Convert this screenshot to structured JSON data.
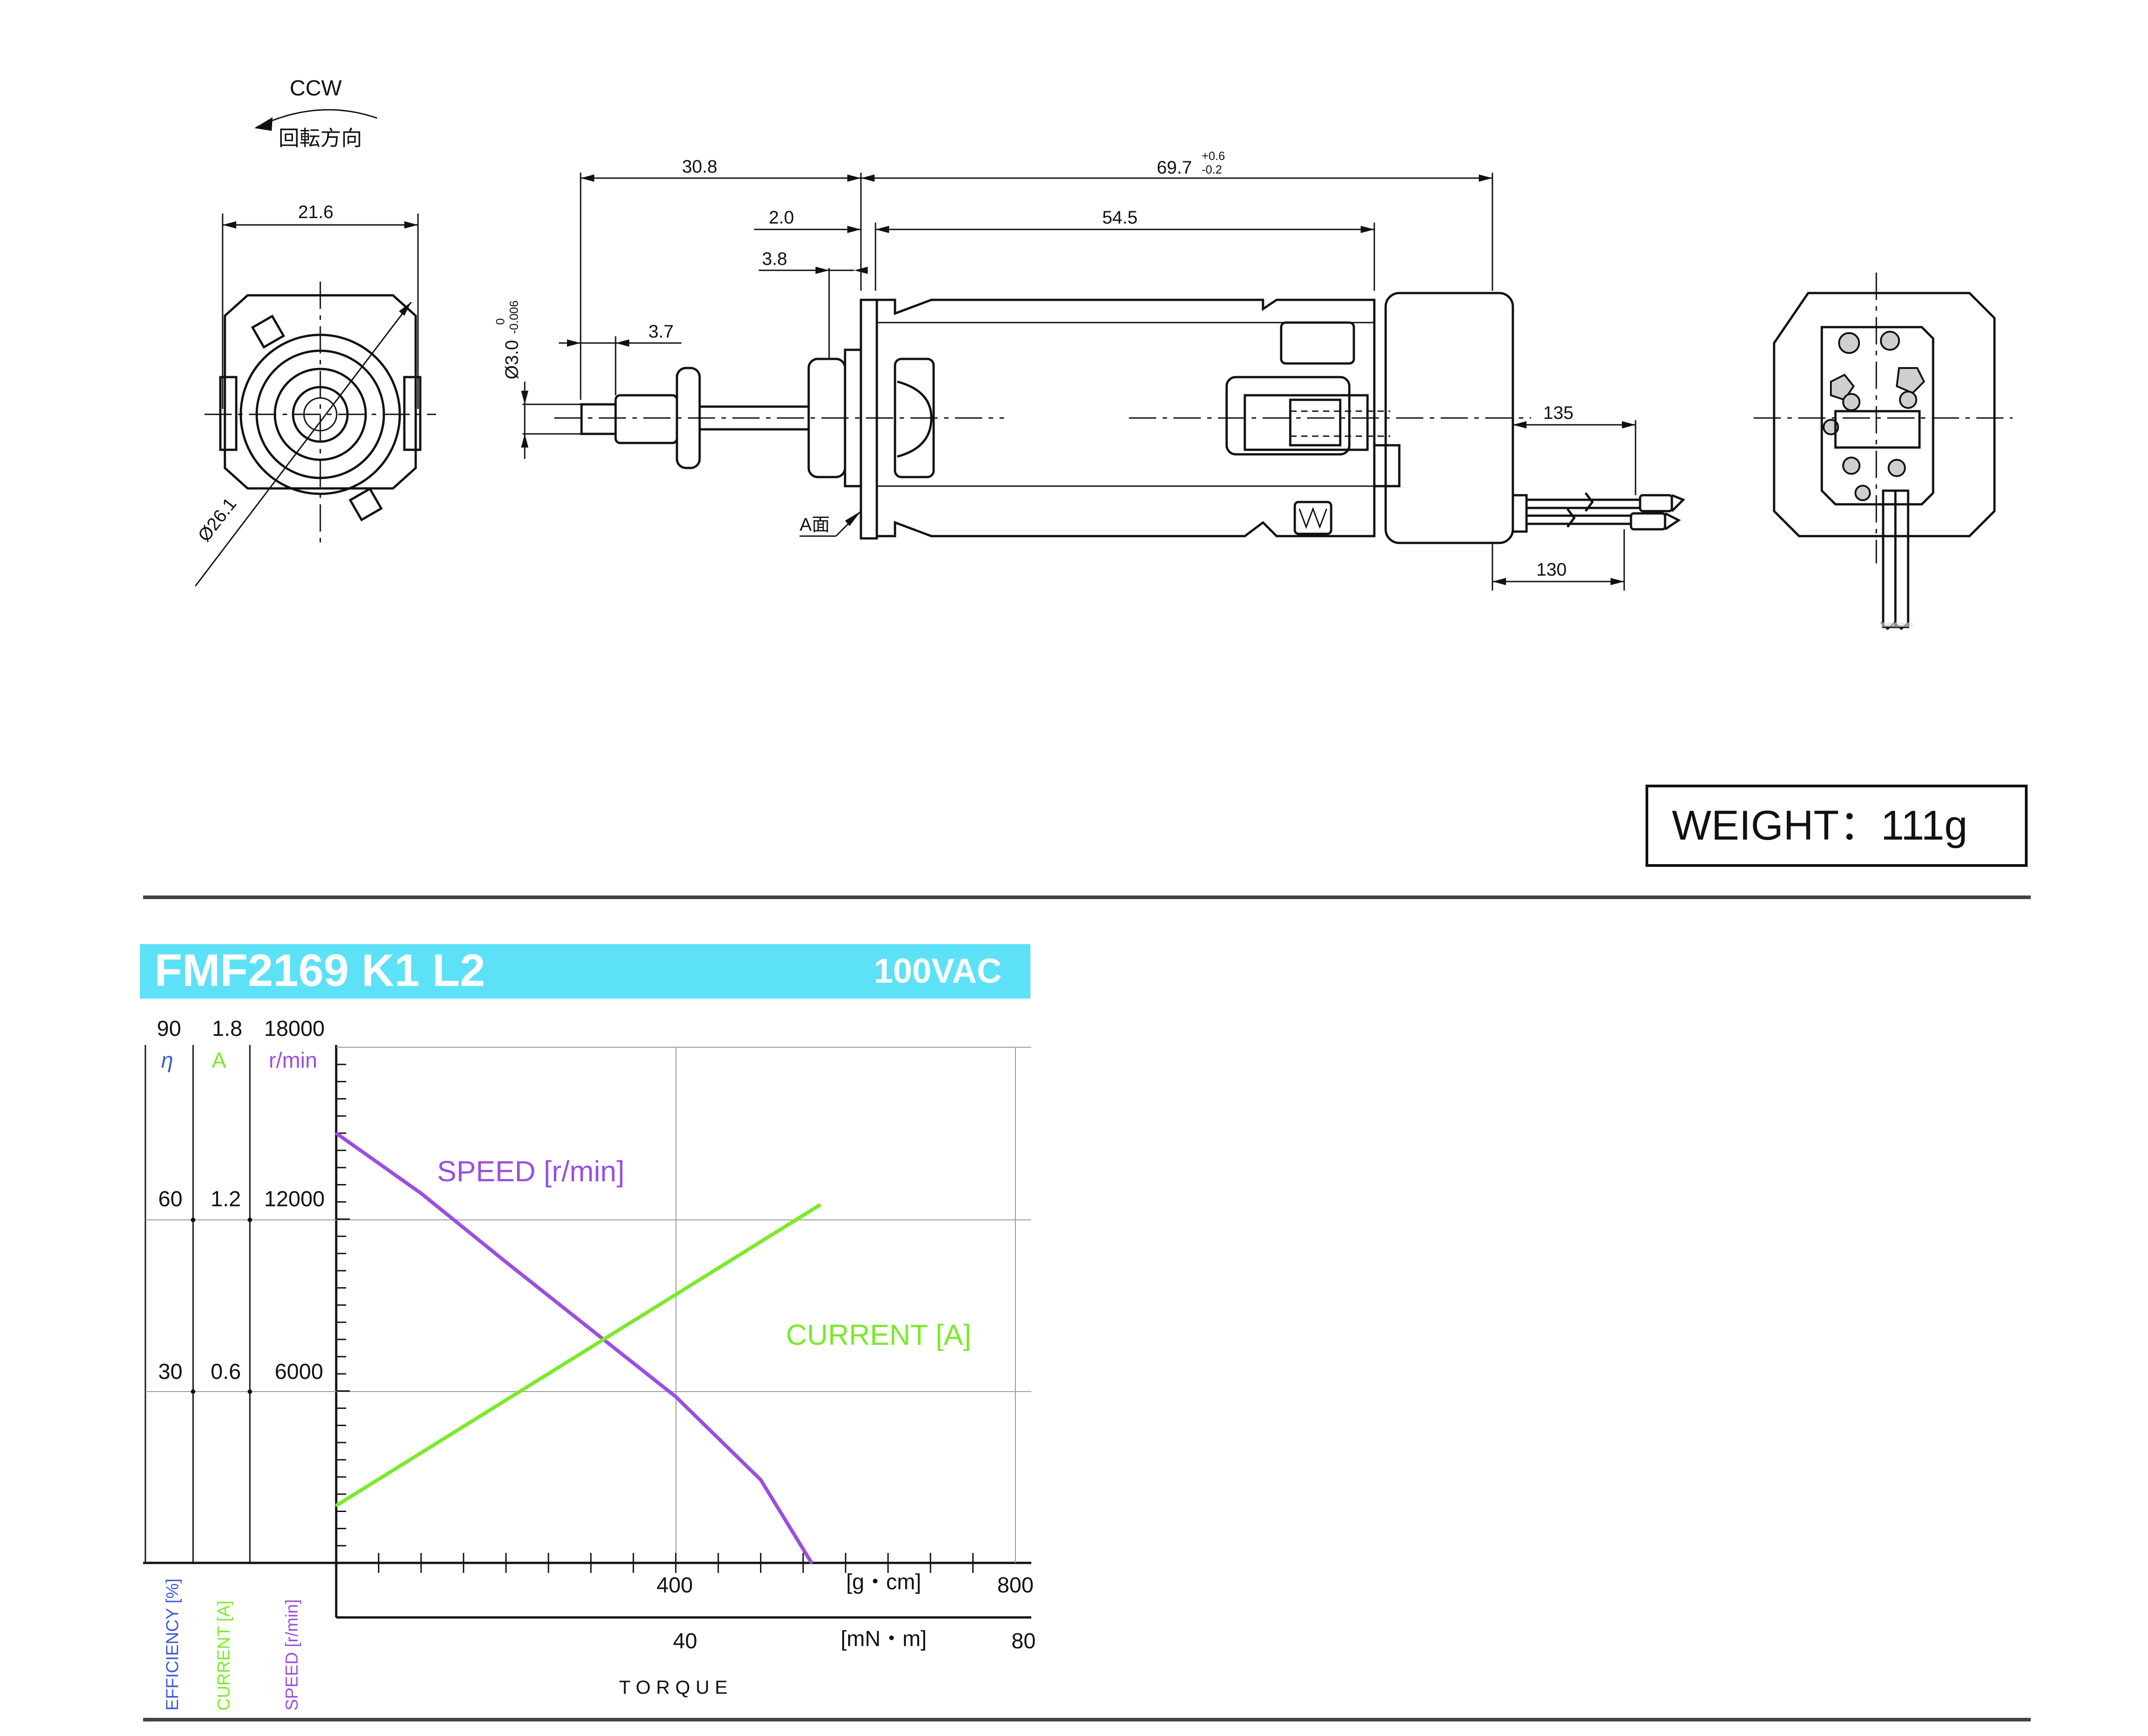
{
  "drawing": {
    "rotation_direction": "CCW",
    "rotation_direction_jp": "回転方向",
    "front_width": "21.6",
    "front_diameter": "Ø26.1",
    "dim_shaft_to_flange": "30.8",
    "dim_total_body": "69.7",
    "dim_total_tol_plus": "+0.6",
    "dim_total_tol_minus": "-0.2",
    "dim_flange_thickness": "2.0",
    "dim_body_length": "54.5",
    "dim_boss": "3.8",
    "dim_pinion": "3.7",
    "dim_shaft_dia": "Ø3.0",
    "dim_shaft_tol_upper": "0",
    "dim_shaft_tol_lower": "-0.006",
    "dim_lead_135": "135",
    "dim_lead_130": "130",
    "face_a": "A面"
  },
  "weight": {
    "label": "WEIGHT：111g"
  },
  "chart_header": {
    "model": "FMF2169 K1 L2",
    "voltage": "100VAC",
    "color": "#5ce1f7"
  },
  "chart_axes": {
    "eff_ticks": [
      "90",
      "60",
      "30"
    ],
    "cur_ticks": [
      "1.8",
      "1.2",
      "0.6"
    ],
    "spd_ticks": [
      "18000",
      "12000",
      "6000"
    ],
    "eff_unit": "η",
    "cur_unit": "A",
    "spd_unit": "r/min",
    "x_gcm_ticks": [
      "400",
      "800"
    ],
    "x_gcm_unit": "[g・cm]",
    "x_mnm_ticks": [
      "40",
      "80"
    ],
    "x_mnm_unit": "[mN・m]",
    "eff_axis_label": "EFFICIENCY [%]",
    "cur_axis_label": "CURRENT [A]",
    "spd_axis_label": "SPEED [r/min]",
    "torque_label": "TORQUE",
    "speed_curve_label": "SPEED [r/min]",
    "current_curve_label": "CURRENT [A]"
  },
  "colors": {
    "efficiency": "#3b5bd6",
    "current": "#7bea2a",
    "speed": "#9b4fe0"
  },
  "chart_data": {
    "type": "line",
    "xlabel": "TORQUE",
    "x_unit": "g·cm",
    "xlim": [
      0,
      800
    ],
    "y_axes": {
      "efficiency": {
        "unit": "%",
        "lim": [
          0,
          90
        ]
      },
      "current": {
        "unit": "A",
        "lim": [
          0,
          1.8
        ]
      },
      "speed": {
        "unit": "r/min",
        "lim": [
          0,
          18000
        ]
      }
    },
    "series": [
      {
        "name": "SPEED [r/min]",
        "axis": "speed",
        "x": [
          0,
          100,
          200,
          300,
          400,
          500,
          560
        ],
        "values": [
          15000,
          12900,
          10500,
          8150,
          5800,
          2900,
          0
        ]
      },
      {
        "name": "CURRENT [A]",
        "axis": "current",
        "x": [
          0,
          570
        ],
        "values": [
          0.2,
          1.25
        ]
      }
    ]
  }
}
